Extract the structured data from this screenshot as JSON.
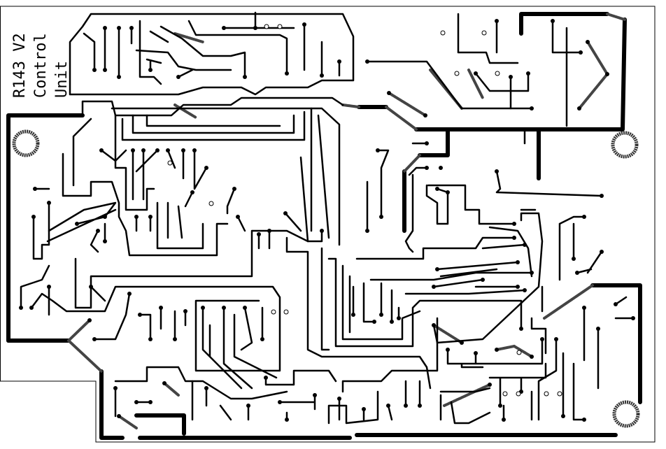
{
  "board": {
    "silkscreen_lines": [
      "R143 V2",
      "Control",
      "Unit"
    ]
  },
  "colors": {
    "copper": "#000000",
    "background": "#ffffff"
  }
}
